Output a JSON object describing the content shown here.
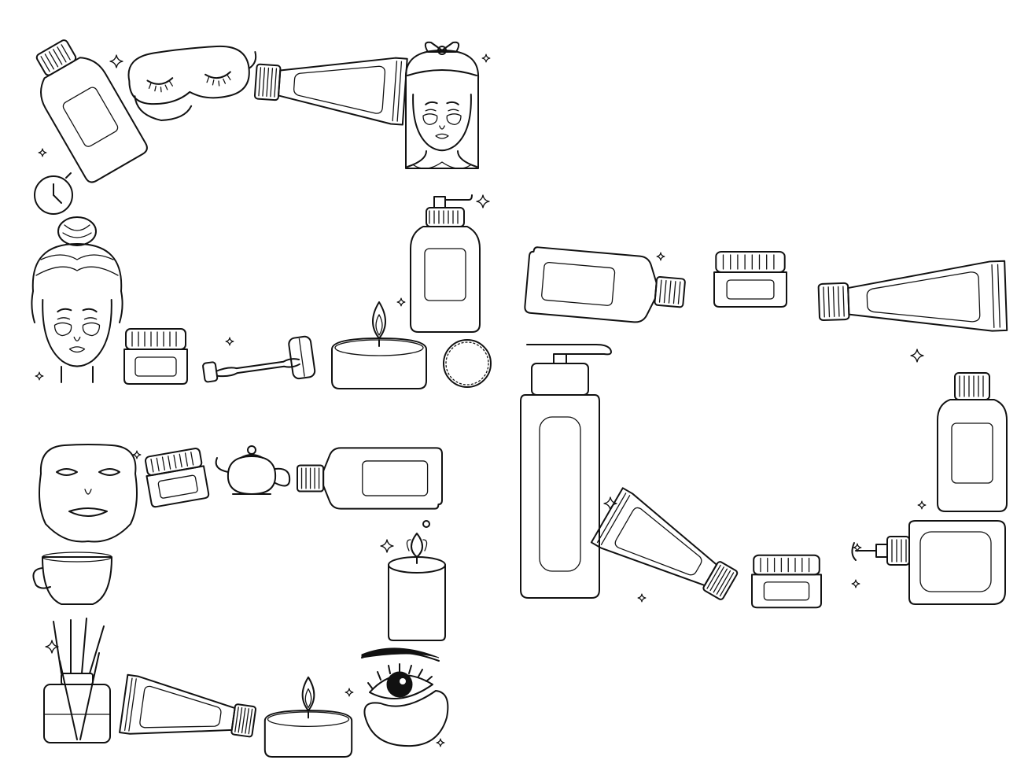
{
  "ink_color": "#111111",
  "background_color": "#ffffff",
  "frames": [
    {
      "theme": "skincare-routine",
      "icons": [
        "water-bottle-icon",
        "sleep-mask-icon",
        "cream-tube-icon",
        "woman-with-headband-icon",
        "clock-icon",
        "woman-with-bun-icon",
        "cream-jar-icon",
        "face-roller-icon",
        "candle-icon",
        "cotton-pad-icon",
        "pump-bottle-icon"
      ]
    },
    {
      "theme": "spa-relaxation",
      "icons": [
        "sheet-mask-icon",
        "cream-jar-icon",
        "teapot-icon",
        "lotion-bottle-icon",
        "tea-cup-icon",
        "pillar-candle-icon",
        "reed-diffuser-icon",
        "cream-tube-icon",
        "tealight-candle-icon",
        "eye-patch-icon"
      ]
    },
    {
      "theme": "cosmetic-bottles",
      "icons": [
        "lotion-bottle-icon",
        "cream-jar-icon",
        "cream-tube-icon",
        "pump-bottle-icon",
        "toner-bottle-icon",
        "cream-tube-icon",
        "cream-jar-icon",
        "soap-dispenser-icon"
      ]
    }
  ]
}
